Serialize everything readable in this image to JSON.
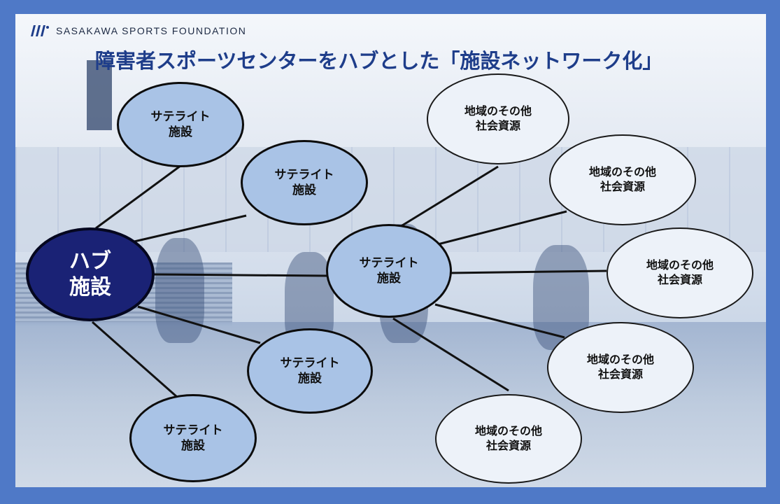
{
  "brand": {
    "logo_icon": "sasakawa-logo-icon",
    "name": "SASAKAWA SPORTS FOUNDATION"
  },
  "title": "障害者スポーツセンターをハブとした「施設ネットワーク化」",
  "colors": {
    "frame": "#4f79c7",
    "hub_fill": "#1a2275",
    "satellite_fill": "#a9c3e6",
    "resource_fill": "#edf2f9",
    "title": "#1e3d8a"
  },
  "hub": {
    "line1": "ハブ",
    "line2": "施設"
  },
  "satellites": [
    {
      "line1": "サテライト",
      "line2": "施設"
    },
    {
      "line1": "サテライト",
      "line2": "施設"
    },
    {
      "line1": "サテライト",
      "line2": "施設"
    },
    {
      "line1": "サテライト",
      "line2": "施設"
    },
    {
      "line1": "サテライト",
      "line2": "施設"
    }
  ],
  "resources": [
    {
      "line1": "地域のその他",
      "line2": "社会資源"
    },
    {
      "line1": "地域のその他",
      "line2": "社会資源"
    },
    {
      "line1": "地域のその他",
      "line2": "社会資源"
    },
    {
      "line1": "地域のその他",
      "line2": "社会資源"
    },
    {
      "line1": "地域のその他",
      "line2": "社会資源"
    }
  ]
}
